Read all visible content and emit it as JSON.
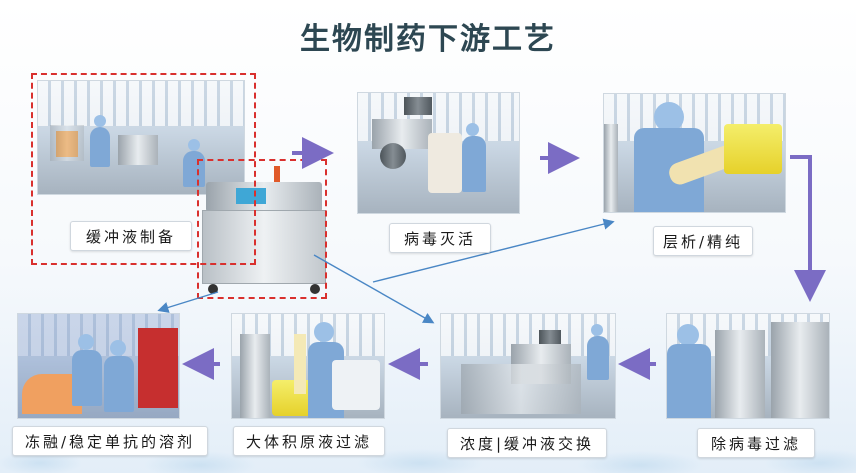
{
  "title": "生物制药下游工艺",
  "steps": [
    {
      "label": "缓冲液制备"
    },
    {
      "label": "病毒灭活"
    },
    {
      "label": "层析/精纯"
    },
    {
      "label": "除病毒过滤"
    },
    {
      "label": "浓度|缓冲液交换"
    },
    {
      "label": "大体积原液过滤"
    },
    {
      "label": "冻融/稳定单抗的溶剂"
    }
  ],
  "colors": {
    "arrow": "#7b6cc4",
    "highlight_dash": "#d9302e",
    "connector": "#4a87c5",
    "title": "#2d4752"
  },
  "flow_arrows": [
    {
      "from": "缓冲液制备",
      "to": "病毒灭活"
    },
    {
      "from": "病毒灭活",
      "to": "层析/精纯"
    },
    {
      "from": "层析/精纯",
      "to": "除病毒过滤"
    },
    {
      "from": "除病毒过滤",
      "to": "浓度|缓冲液交换"
    },
    {
      "from": "浓度|缓冲液交换",
      "to": "大体积原液过滤"
    },
    {
      "from": "大体积原液过滤",
      "to": "冻融/稳定单抗的溶剂"
    }
  ],
  "connectors": [
    {
      "from": "buffer-machine",
      "to": "层析/精纯"
    },
    {
      "from": "buffer-machine",
      "to": "浓度|缓冲液交换"
    },
    {
      "from": "buffer-machine",
      "to": "冻融/稳定单抗的溶剂"
    }
  ]
}
